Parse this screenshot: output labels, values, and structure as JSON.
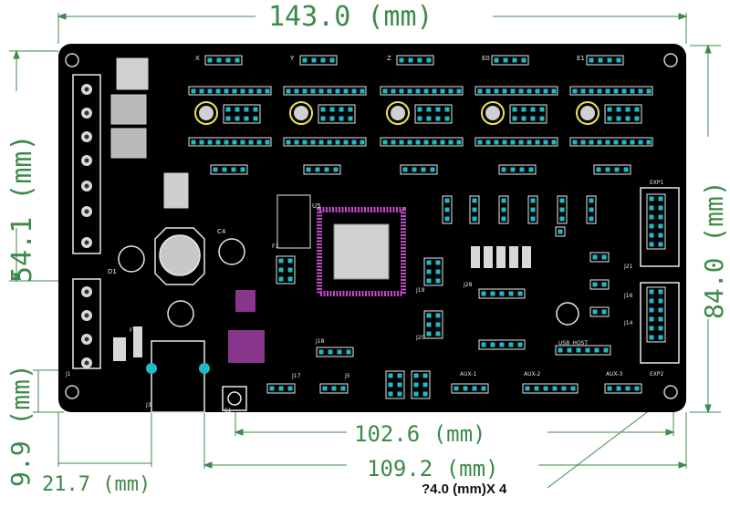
{
  "dimensions": {
    "top_width": "143.0 (mm)",
    "right_height": "84.0 (mm)",
    "left_height": "54.1 (mm)",
    "left_small": "9.9 (mm)",
    "bottom_left": "21.7 (mm)",
    "bottom_mid": "102.6 (mm)",
    "bottom_wide": "109.2 (mm)",
    "hole_note": "?4.0 (mm)X 4"
  },
  "labels": {
    "axes": [
      "X",
      "Y",
      "Z",
      "E0",
      "E1"
    ],
    "exp1": "EXP1",
    "exp2": "EXP2",
    "aux1": "AUX-1",
    "aux2": "AUX-2",
    "aux3": "AUX-3",
    "usb": "USB_HOST",
    "j1": "J1",
    "j3": "J3",
    "j5": "J5",
    "j17": "J17",
    "j18": "J18",
    "j19": "J19",
    "j20": "J20",
    "j28": "J28",
    "j14": "J14",
    "j16": "J16",
    "j21": "J21",
    "s1": "S1",
    "u5": "U5",
    "f2": "F2",
    "f3": "F3",
    "d1": "D1",
    "c4": "C4"
  },
  "colors": {
    "board": "#000000",
    "silk": "#e8e8e8",
    "pad": "#1fb9c9",
    "component": "#d7d7d7",
    "chip": "#c04dc8",
    "dim": "#3c8a4a",
    "highlight": "#f2e24a"
  }
}
